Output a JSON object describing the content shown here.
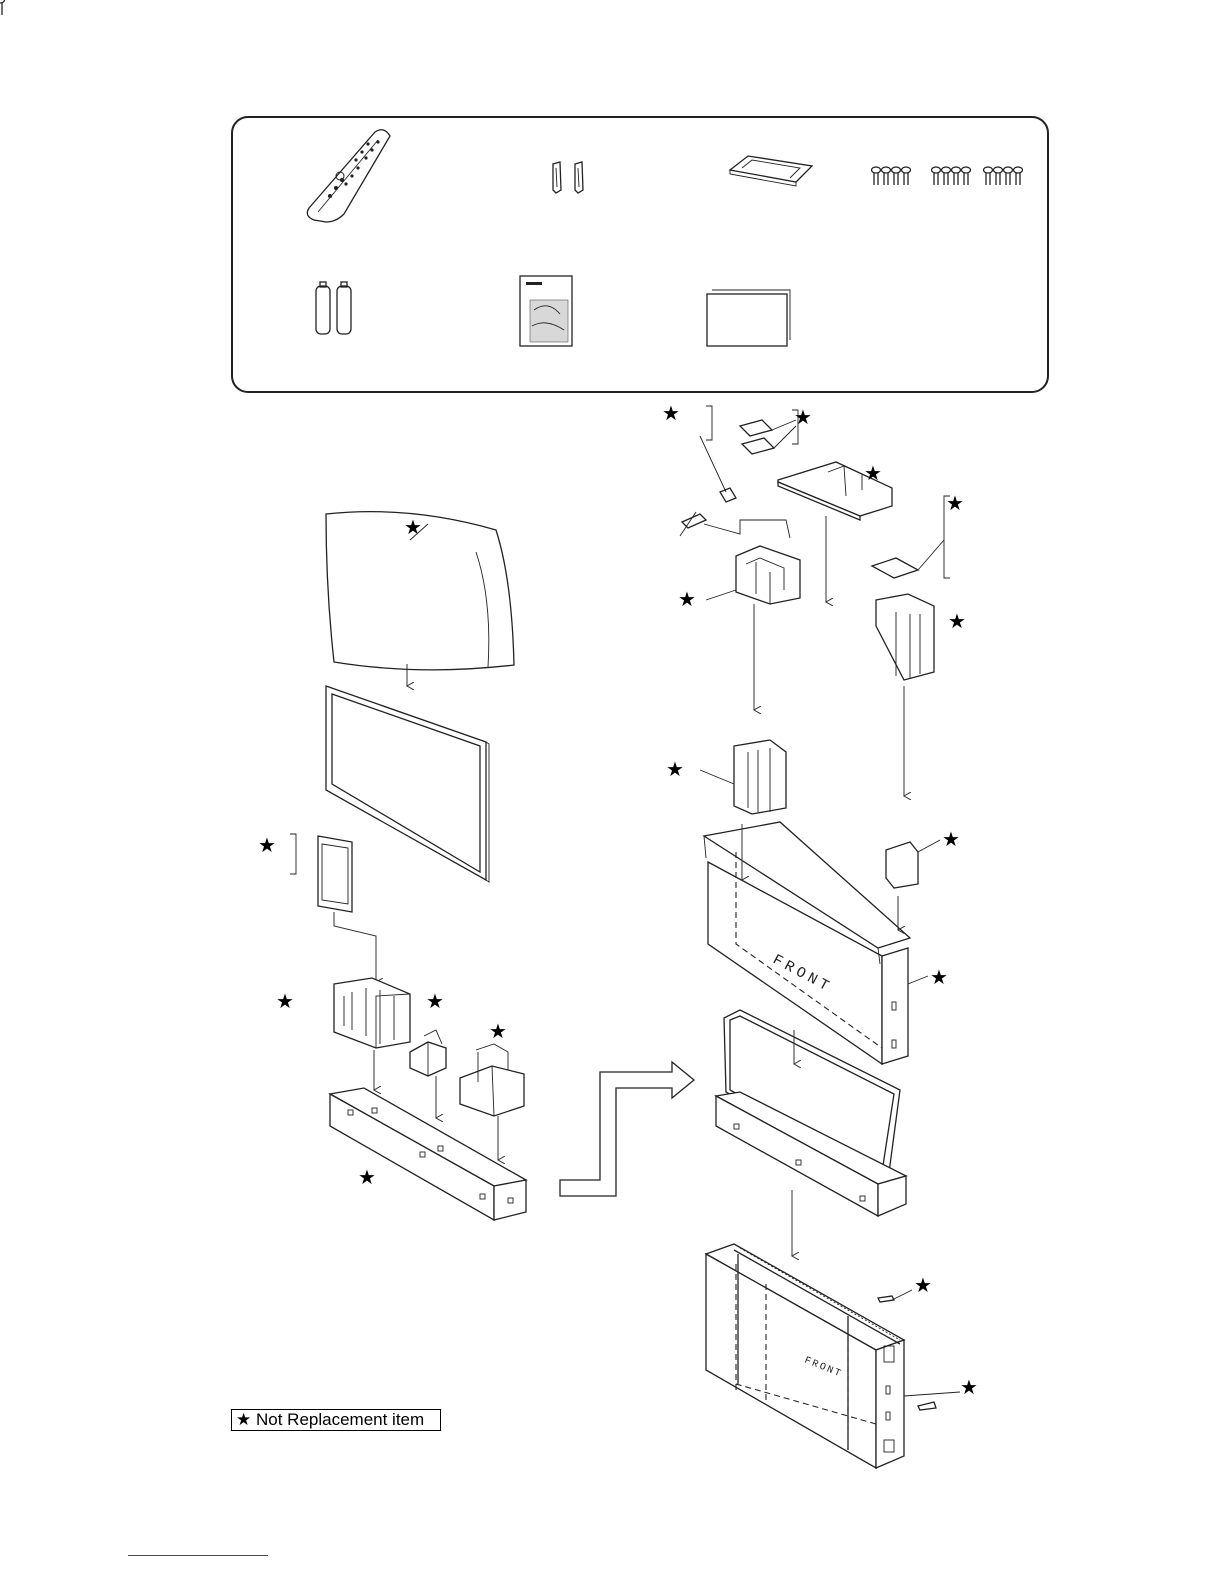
{
  "star_symbol": "★",
  "legend": {
    "star": "★",
    "text": "Not Replacement item"
  },
  "carton_label": "FRONT",
  "outer_label": "FRONT",
  "accessory_icons": [
    "remote-control-icon",
    "stand-bracket-icon",
    "cable-clamp-icon",
    "screws-icon",
    "batteries-icon",
    "operation-manual-icon",
    "leaflet-icon"
  ]
}
